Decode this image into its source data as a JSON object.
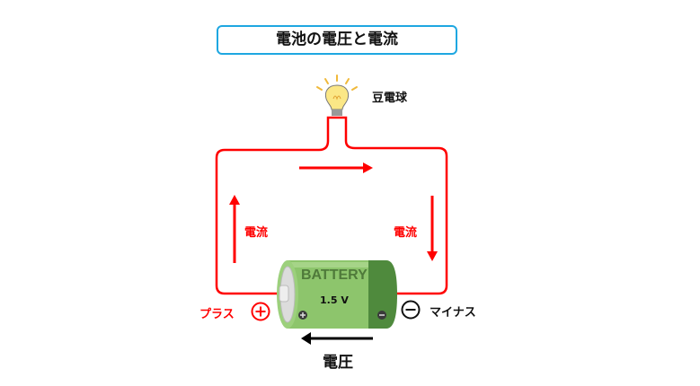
{
  "title": "電池の電圧と電流",
  "labels": {
    "bulb": "豆電球",
    "current_left": "電流",
    "current_right": "電流",
    "plus": "プラス",
    "minus": "マイナス",
    "voltage": "電圧"
  },
  "battery": {
    "brand": "BATTERY",
    "voltage": "1.5 V"
  },
  "colors": {
    "wire": "#ff0000",
    "title_border": "#1ea7e1",
    "battery_light": "#8dc56c",
    "battery_dark": "#4f8a3d"
  }
}
